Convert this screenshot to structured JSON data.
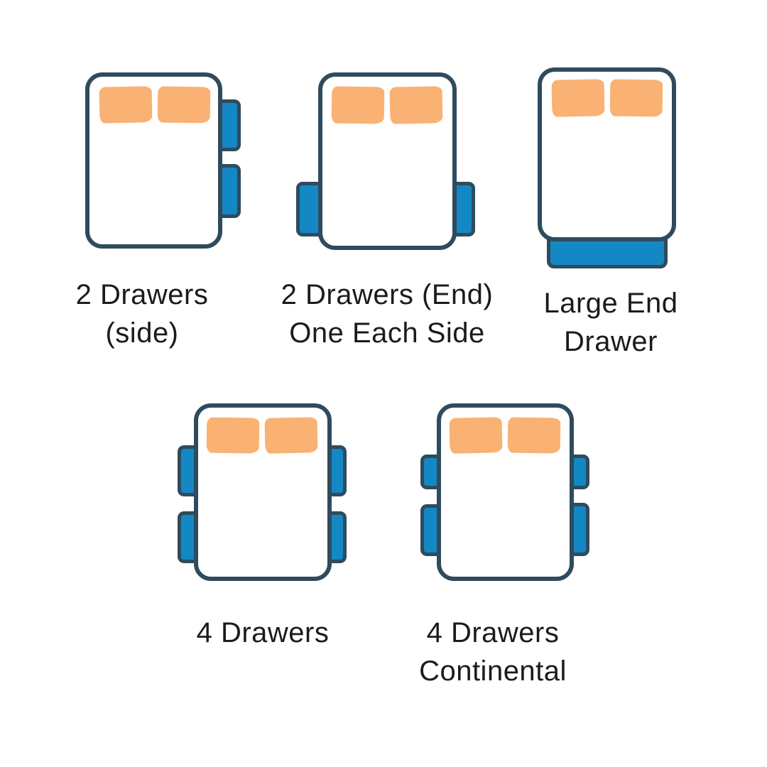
{
  "colors": {
    "background": "#ffffff",
    "outline": "#2f4b5d",
    "drawer_blue": "#1488c4",
    "pillow_orange": "#f9b273",
    "text": "#1b1b1b"
  },
  "diagrams": [
    {
      "name": "2-drawers-side",
      "drawer_count": 2,
      "label_lines": [
        "2 Drawers",
        "(side)"
      ]
    },
    {
      "name": "2-drawers-end-one-each-side",
      "drawer_count": 2,
      "label_lines": [
        "2 Drawers (End)",
        "One Each Side"
      ]
    },
    {
      "name": "large-end-drawer",
      "drawer_count": 1,
      "label_lines": [
        "Large End",
        "Drawer"
      ]
    },
    {
      "name": "4-drawers",
      "drawer_count": 4,
      "label_lines": [
        "4 Drawers"
      ]
    },
    {
      "name": "4-drawers-continental",
      "drawer_count": 4,
      "label_lines": [
        "4 Drawers",
        "Continental"
      ]
    }
  ]
}
